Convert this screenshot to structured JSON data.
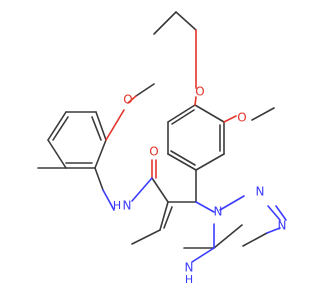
{
  "atom_labels": {
    "o_ethoxy": "O",
    "o_methoxy_right": "O",
    "o_methoxy_left": "O",
    "o_carbonyl": "O",
    "n_amide": "N",
    "h_amide": "H",
    "n_bridge": "N",
    "n_triazole_top": "N",
    "n_triazole_right": "N",
    "n_ring_bottom": "N",
    "h_ring_bottom": "H"
  },
  "colors": {
    "carbon_bond": "#3a3a3a",
    "oxygen": "#e3342a",
    "nitrogen": "#3b3bff"
  }
}
